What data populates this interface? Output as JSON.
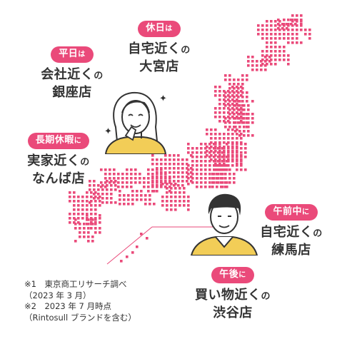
{
  "callouts": {
    "holiday": {
      "badge": "休日",
      "badge_suffix": "は",
      "line1": "自宅近く",
      "line1_suffix": "の",
      "line2": "大宮店"
    },
    "weekday": {
      "badge": "平日",
      "badge_suffix": "は",
      "line1": "会社近く",
      "line1_suffix": "の",
      "line2": "銀座店"
    },
    "long_vacation": {
      "badge": "長期休暇",
      "badge_suffix": "に",
      "line1": "実家近く",
      "line1_suffix": "の",
      "line2": "なんば店"
    },
    "morning": {
      "badge": "午前中",
      "badge_suffix": "に",
      "line1": "自宅近く",
      "line1_suffix": "の",
      "line2": "練馬店"
    },
    "afternoon": {
      "badge": "午後",
      "badge_suffix": "に",
      "line1": "買い物近く",
      "line1_suffix": "の",
      "line2": "渋谷店"
    }
  },
  "notes": [
    "※1　東京商工リサーチ調べ",
    "（2023 年 3 月）",
    "※2　2023 年 7 月時点",
    "（Rintosull ブランドを含む）"
  ],
  "colors": {
    "accent": "#ea4a7a",
    "dot": "#ea4a7a",
    "shirt": "#f2cd57",
    "ink": "#333333"
  },
  "icons": {
    "sparkle": "sparkle-icon",
    "woman": "woman-illustration",
    "man": "man-illustration"
  }
}
